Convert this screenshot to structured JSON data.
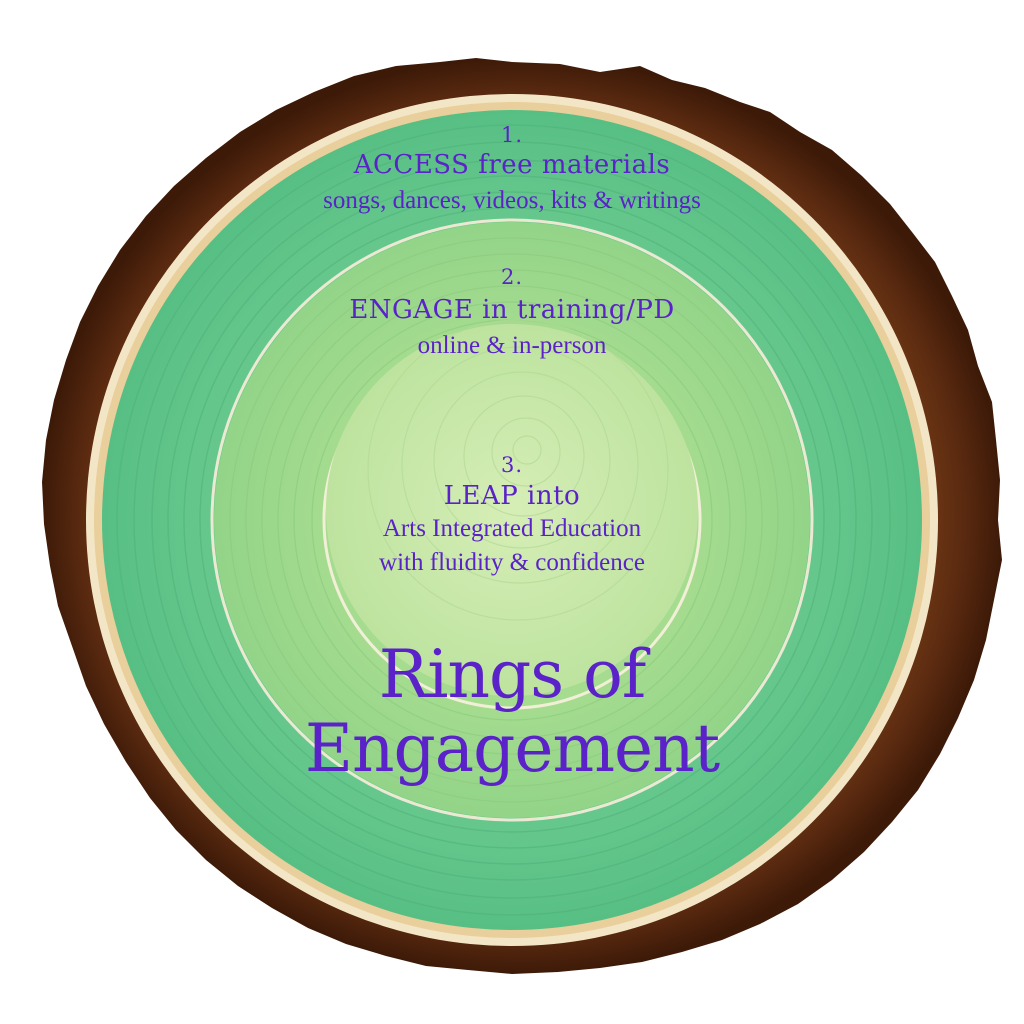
{
  "title": {
    "line1": "Rings of",
    "line2": "Engagement"
  },
  "rings": [
    {
      "number": "1.",
      "heading": "ACCESS free materials",
      "detail": "songs, dances, videos, kits & writings"
    },
    {
      "number": "2.",
      "heading": "ENGAGE in training/PD",
      "detail": "online & in-person"
    },
    {
      "number": "3.",
      "heading": "LEAP into",
      "detail": "Arts Integrated Education",
      "detail2": "with fluidity & confidence"
    }
  ],
  "colors": {
    "text": "#5a22c8",
    "bark": "#6b3516",
    "sapwood": "#f3e6c6",
    "outer_ring": "#5fc48a",
    "middle_ring": "#9ed98c",
    "inner_ring": "#c5e7a6"
  }
}
